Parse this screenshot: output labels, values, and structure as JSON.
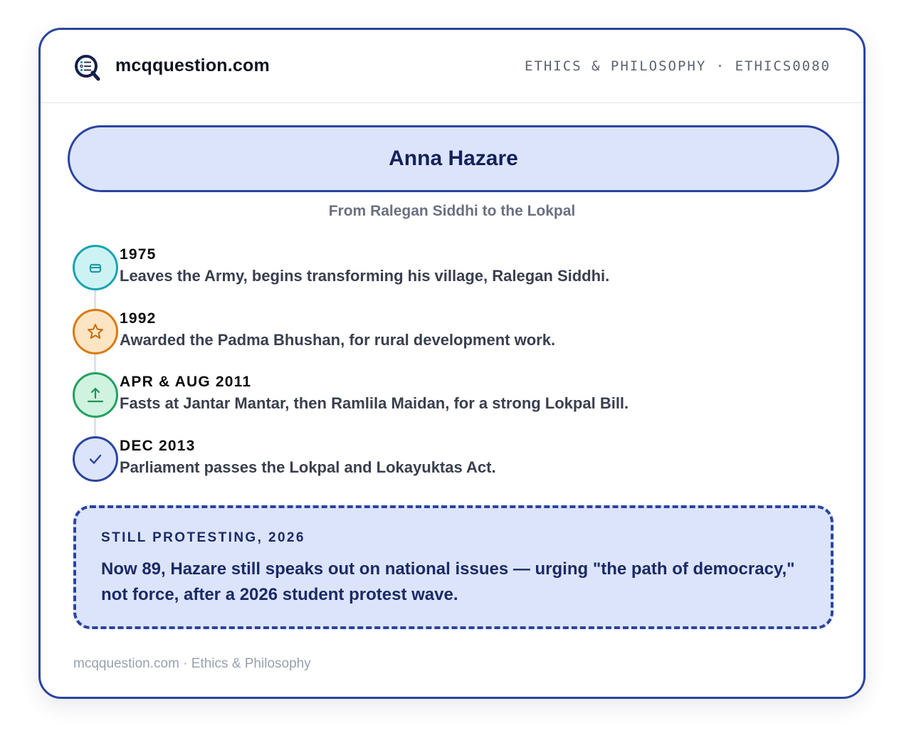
{
  "header": {
    "site_name": "mcqquestion.com",
    "breadcrumb": "ETHICS & PHILOSOPHY · ETHICS0080",
    "logo_icon": "quiz-logo-icon"
  },
  "title": "Anna Hazare",
  "subtitle": "From Ralegan Siddhi to the Lokpal",
  "timeline": [
    {
      "date": "1975",
      "text": "Leaves the Army, begins transforming his village, Ralegan Siddhi.",
      "icon": "briefcase-icon",
      "color": "#1aa3b0",
      "fill": "#cdf2f4"
    },
    {
      "date": "1992",
      "text": "Awarded the Padma Bhushan, for rural development work.",
      "icon": "star-icon",
      "color": "#d97a12",
      "fill": "#fde4c2"
    },
    {
      "date": "APR & AUG 2011",
      "text": "Fasts at Jantar Mantar, then Ramlila Maidan, for a strong Lokpal Bill.",
      "icon": "upload-arrow-icon",
      "color": "#22a060",
      "fill": "#cff3df"
    },
    {
      "date": "DEC 2013",
      "text": "Parliament passes the Lokpal and Lokayuktas Act.",
      "icon": "check-icon",
      "color": "#2a44a0",
      "fill": "#dce4fb"
    }
  ],
  "callout": {
    "label": "STILL PROTESTING, 2026",
    "text": "Now 89, Hazare still speaks out on national issues — urging \"the path of democracy,\" not force, after a 2026 student protest wave."
  },
  "footer": "mcqquestion.com · Ethics & Philosophy",
  "colors": {
    "accent": "#2a44a0",
    "pill_fill": "#dce4fb"
  }
}
